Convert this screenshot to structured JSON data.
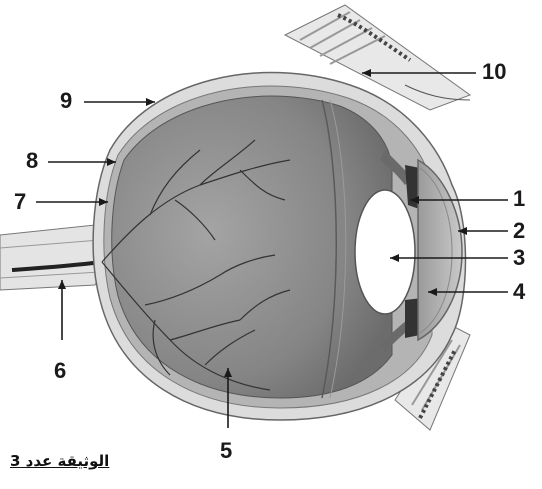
{
  "labels": {
    "l1": "1",
    "l2": "2",
    "l3": "3",
    "l4": "4",
    "l5": "5",
    "l6": "6",
    "l7": "7",
    "l8": "8",
    "l9": "9",
    "l10": "10"
  },
  "caption": "الوثيقة عدد 3",
  "colors": {
    "ink": "#1a1a1a",
    "eyeball_fill": "#8c8c8c",
    "sclera": "#d6d6d6",
    "lens": "#ffffff",
    "vessels": "#3a3a3a"
  }
}
